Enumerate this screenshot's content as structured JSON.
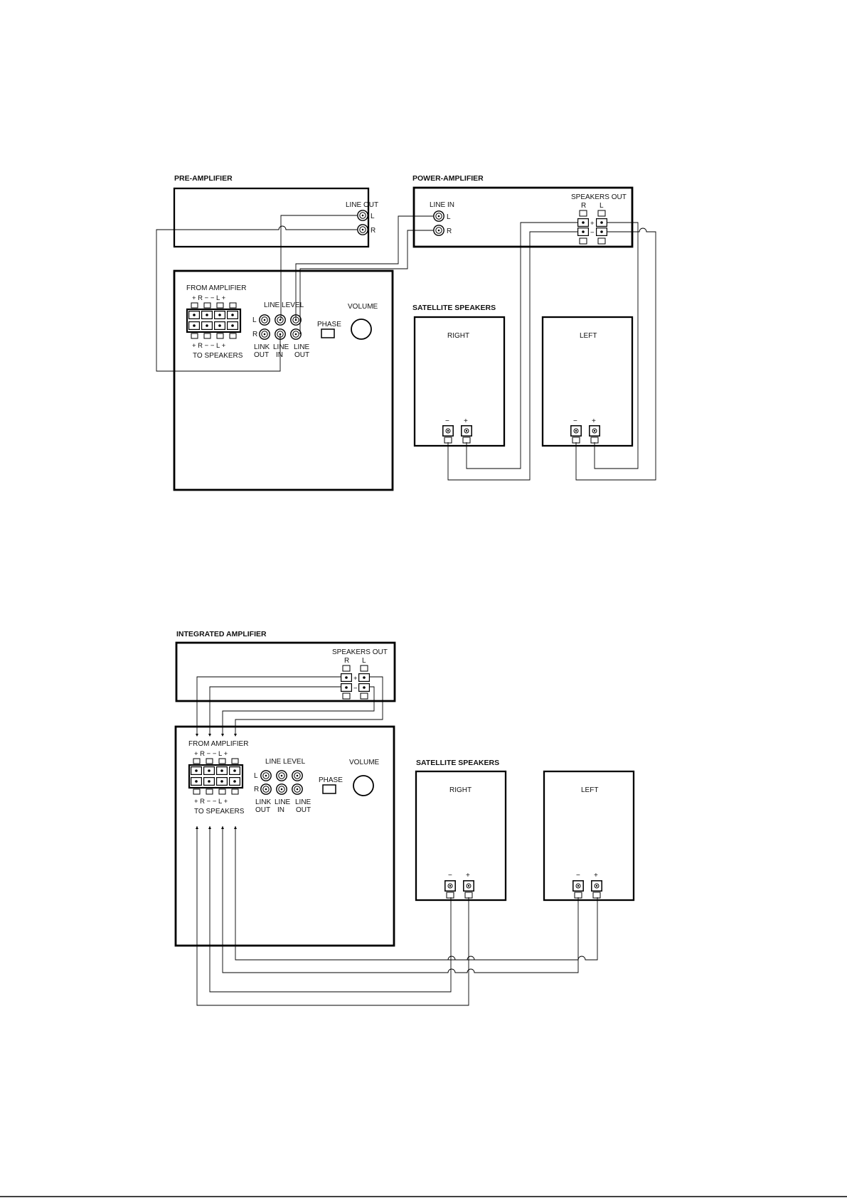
{
  "diagram1": {
    "preamp": {
      "title": "PRE-AMPLIFIER",
      "line_out": "LINE OUT",
      "ch_l": "L",
      "ch_r": "R"
    },
    "poweramp": {
      "title": "POWER-AMPLIFIER",
      "line_in": "LINE IN",
      "ch_l": "L",
      "ch_r": "R",
      "speakers_out": "SPEAKERS OUT",
      "sp_r": "R",
      "sp_l": "L",
      "plus": "+",
      "minus": "−"
    },
    "sub": {
      "from_amplifier": "FROM AMPLIFIER",
      "top_polarity": "+ R −   − L +",
      "bottom_polarity": "+ R −   − L +",
      "to_speakers": "TO SPEAKERS",
      "line_level": "LINE LEVEL",
      "ch_l": "L",
      "ch_r": "R",
      "link": "LINK",
      "out1": "OUT",
      "line1": "LINE",
      "in": "IN",
      "line2": "LINE",
      "out2": "OUT",
      "phase": "PHASE",
      "volume": "VOLUME"
    },
    "satellites": {
      "title": "SATELLITE SPEAKERS",
      "right": "RIGHT",
      "left": "LEFT",
      "minus": "−",
      "plus": "+"
    }
  },
  "diagram2": {
    "integrated": {
      "title": "INTEGRATED AMPLIFIER",
      "speakers_out": "SPEAKERS OUT",
      "sp_r": "R",
      "sp_l": "L",
      "plus": "+",
      "minus": "−"
    },
    "sub": {
      "from_amplifier": "FROM AMPLIFIER",
      "top_polarity": "+ R −   − L +",
      "bottom_polarity": "+ R −   − L +",
      "to_speakers": "TO SPEAKERS",
      "line_level": "LINE LEVEL",
      "ch_l": "L",
      "ch_r": "R",
      "link": "LINK",
      "out1": "OUT",
      "line1": "LINE",
      "in": "IN",
      "line2": "LINE",
      "out2": "OUT",
      "phase": "PHASE",
      "volume": "VOLUME"
    },
    "satellites": {
      "title": "SATELLITE SPEAKERS",
      "right": "RIGHT",
      "left": "LEFT",
      "minus": "−",
      "plus": "+"
    }
  }
}
